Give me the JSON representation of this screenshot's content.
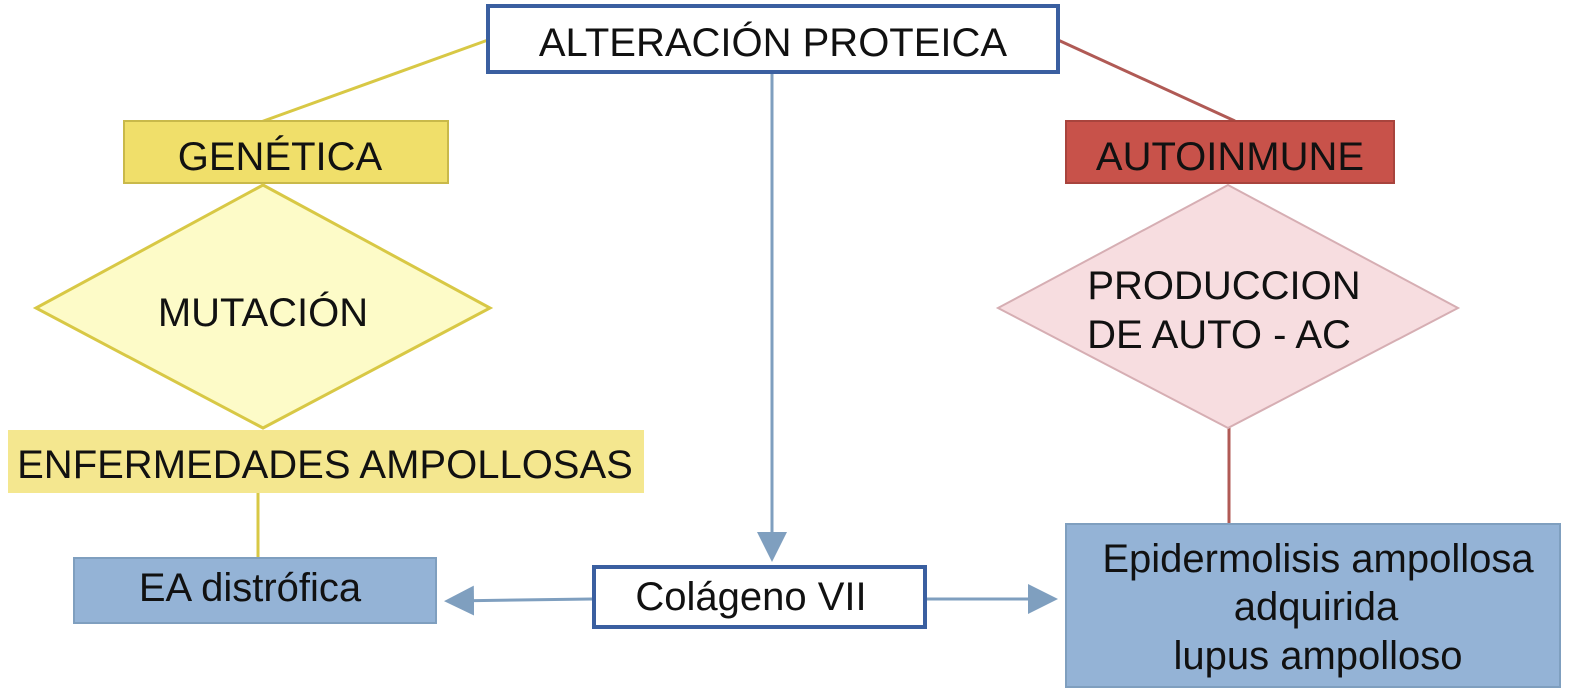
{
  "nodes": {
    "root": {
      "label": "ALTERACIÓN PROTEICA"
    },
    "genetic": {
      "label": "GENÉTICA"
    },
    "autoimmune": {
      "label": "AUTOINMUNE"
    },
    "mutation": {
      "label": "MUTACIÓN"
    },
    "production": {
      "line1": "PRODUCCION",
      "line2": "DE AUTO - AC"
    },
    "blistering": {
      "label": "ENFERMEDADES AMPOLLOSAS"
    },
    "dystrophic": {
      "label": "EA distrófica"
    },
    "collagen": {
      "label": "Colágeno VII"
    },
    "acquired": {
      "line1": "Epidermolisis ampollosa",
      "line2": "adquirida",
      "line3": "lupus ampolloso"
    }
  },
  "colors": {
    "yellow": "#f0df6a",
    "yellow_light": "#fdfbc8",
    "yellow_line": "#d8c845",
    "red": "#c8524a",
    "red_line": "#b05a55",
    "pink": "#f7dde0",
    "blue_box": "#94b3d6",
    "blue_line": "#7f9fbf",
    "navy_border": "#3a5fa0"
  }
}
